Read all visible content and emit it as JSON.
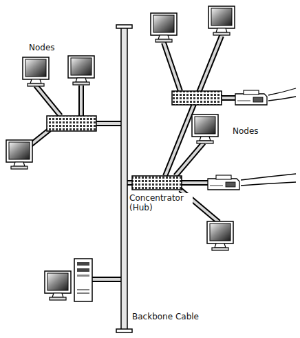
{
  "diagram": {
    "labels": [
      "Nodes",
      "Nodes",
      "Concentrator (Hub)",
      "Backbone Cable"
    ]
  }
}
